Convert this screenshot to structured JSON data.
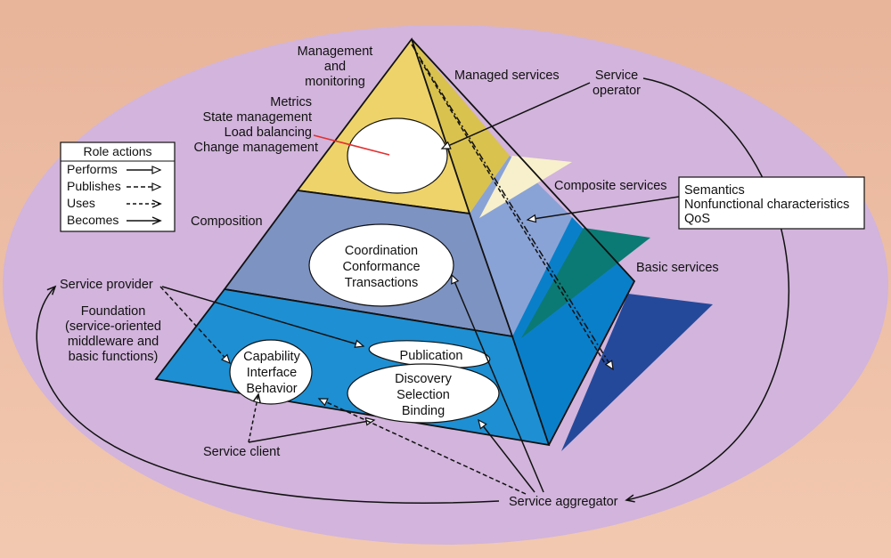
{
  "colors": {
    "bg_top": "#e8b49a",
    "bg_bottom": "#f2c9b0",
    "ellipse": "#d2b4dc",
    "tier_top": "#eed36a",
    "tier_mid": "#7d93c2",
    "tier_base": "#1e8fd2",
    "side_top": "#d9c24e",
    "side_mid": "#8aa3d6",
    "side_base": "#0a7fc9",
    "composite_triangle": "#f8f0cc",
    "basic_triangle": "#0b7a74",
    "blue_triangle": "#25499a",
    "red_line": "#e23030"
  },
  "labels": {
    "management": [
      "Management",
      "and",
      "monitoring"
    ],
    "managed_services": "Managed services",
    "service_operator": [
      "Service",
      "operator"
    ],
    "metrics": [
      "Metrics",
      "State management",
      "Load balancing",
      "Change management"
    ],
    "composite_services": "Composite services",
    "composition": "Composition",
    "basic_services": "Basic services",
    "service_provider": "Service provider",
    "foundation": [
      "Foundation",
      "(service-oriented",
      "middleware and",
      "basic functions)"
    ],
    "service_client": "Service client",
    "service_aggregator": "Service aggregator"
  },
  "ellipses": {
    "coordination": [
      "Coordination",
      "Conformance",
      "Transactions"
    ],
    "publication": "Publication",
    "capability": [
      "Capability",
      "Interface",
      "Behavior"
    ],
    "discovery": [
      "Discovery",
      "Selection",
      "Binding"
    ]
  },
  "semantics_box": [
    "Semantics",
    "Nonfunctional characteristics",
    "QoS"
  ],
  "legend": {
    "title": "Role actions",
    "items": [
      {
        "label": "Performs",
        "style": "solid-open-arrow"
      },
      {
        "label": "Publishes",
        "style": "dashed-open-arrow"
      },
      {
        "label": "Uses",
        "style": "dashed-arrow"
      },
      {
        "label": "Becomes",
        "style": "solid-arrow"
      }
    ]
  }
}
